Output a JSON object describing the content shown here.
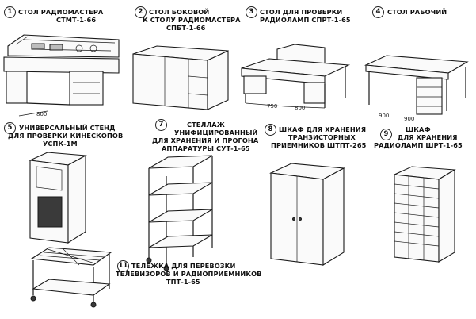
{
  "items": [
    {
      "num": "1",
      "lines": [
        "СТОЛ РАДИОМАСТЕРА",
        "СТМТ-1-66"
      ]
    },
    {
      "num": "2",
      "lines": [
        "СТОЛ БОКОВОЙ",
        "К СТОЛУ РАДИОМАСТЕРА",
        "СПБТ-1-66"
      ]
    },
    {
      "num": "3",
      "lines": [
        "СТОЛ ДЛЯ ПРОВЕРКИ",
        "РАДИОЛАМП СПРТ-1-65"
      ]
    },
    {
      "num": "4",
      "lines": [
        "СТОЛ  РАБОЧИЙ"
      ]
    },
    {
      "num": "5",
      "lines": [
        "УНИВЕРСАЛЬНЫЙ СТЕНД",
        "ДЛЯ ПРОВЕРКИ КИНЕСКОПОВ",
        "УСПК-1М"
      ]
    },
    {
      "num": "7",
      "lines": [
        "СТЕЛЛАЖ",
        "УНИФИЦИРОВАННЫЙ",
        "ДЛЯ ХРАНЕНИЯ И ПРОГОНА",
        "АППАРАТУРЫ СУТ-1-65"
      ]
    },
    {
      "num": "8",
      "lines": [
        "ШКАФ ДЛЯ ХРАНЕНИЯ",
        "ТРАНЗИСТОРНЫХ",
        "ПРИЕМНИКОВ ШТПТ-265"
      ]
    },
    {
      "num": "9",
      "lines": [
        "ШКАФ",
        "ДЛЯ ХРАНЕНИЯ",
        "РАДИОЛАМП ШРТ-1-65"
      ]
    },
    {
      "num": "11",
      "lines": [
        "ТЕЛЕЖКА  ДЛЯ  ПЕРЕВОЗКИ",
        "ТЕЛЕВИЗОРОВ И РАДИОПРИЕМНИКОВ",
        "ТПТ-1-65"
      ]
    }
  ],
  "dimensions": {
    "d1": "800",
    "d3a": "750",
    "d3b": "800",
    "d4a": "900",
    "d4b": "900"
  }
}
